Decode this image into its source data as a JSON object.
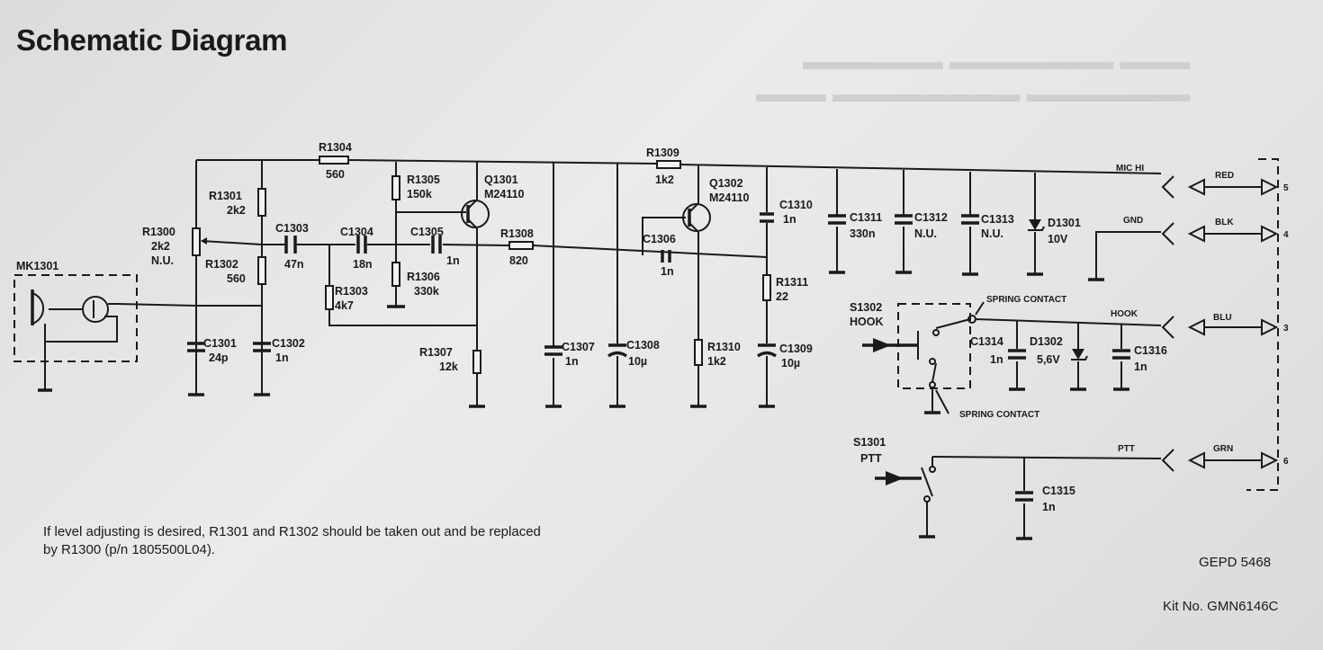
{
  "title": "Schematic Diagram",
  "note": "If level adjusting is desired, R1301 and R1302 should be taken out and be replaced by R1300 (p/n 1805500L04).",
  "document_ref": "GEPD 5468",
  "kit_no": "Kit No. GMN6146C",
  "components": {
    "mk1301": {
      "ref": "MK1301"
    },
    "r1300": {
      "ref": "R1300",
      "value": "2k2",
      "note": "N.U."
    },
    "r1301": {
      "ref": "R1301",
      "value": "2k2"
    },
    "r1302": {
      "ref": "R1302",
      "value": "560"
    },
    "r1303": {
      "ref": "R1303",
      "value": "4k7"
    },
    "r1304": {
      "ref": "R1304",
      "value": "560"
    },
    "r1305": {
      "ref": "R1305",
      "value": "150k"
    },
    "r1306": {
      "ref": "R1306",
      "value": "330k"
    },
    "r1307": {
      "ref": "R1307",
      "value": "12k"
    },
    "r1308": {
      "ref": "R1308",
      "value": "820"
    },
    "r1309": {
      "ref": "R1309",
      "value": "1k2"
    },
    "r1310": {
      "ref": "R1310",
      "value": "1k2"
    },
    "r1311": {
      "ref": "R1311",
      "value": "22"
    },
    "c1301": {
      "ref": "C1301",
      "value": "24p"
    },
    "c1302": {
      "ref": "C1302",
      "value": "1n"
    },
    "c1303": {
      "ref": "C1303",
      "value": "47n"
    },
    "c1304": {
      "ref": "C1304",
      "value": "18n"
    },
    "c1305": {
      "ref": "C1305",
      "value": "1n"
    },
    "c1306": {
      "ref": "C1306",
      "value": "1n"
    },
    "c1307": {
      "ref": "C1307",
      "value": "1n"
    },
    "c1308": {
      "ref": "C1308",
      "value": "10µ"
    },
    "c1309": {
      "ref": "C1309",
      "value": "10µ"
    },
    "c1310": {
      "ref": "C1310",
      "value": "1n"
    },
    "c1311": {
      "ref": "C1311",
      "value": "330n"
    },
    "c1312": {
      "ref": "C1312",
      "value": "N.U."
    },
    "c1313": {
      "ref": "C1313",
      "value": "N.U."
    },
    "c1314": {
      "ref": "C1314",
      "value": "1n"
    },
    "c1315": {
      "ref": "C1315",
      "value": "1n"
    },
    "c1316": {
      "ref": "C1316",
      "value": "1n"
    },
    "d1301": {
      "ref": "D1301",
      "value": "10V"
    },
    "d1302": {
      "ref": "D1302",
      "value": "5,6V"
    },
    "q1301": {
      "ref": "Q1301",
      "value": "M24110"
    },
    "q1302": {
      "ref": "Q1302",
      "value": "M24110"
    },
    "s1302": {
      "ref": "S1302",
      "value": "HOOK"
    },
    "s1301": {
      "ref": "S1301",
      "value": "PTT"
    }
  },
  "signals": {
    "mic_hi": "MIC HI",
    "gnd": "GND",
    "hook": "HOOK",
    "ptt": "PTT"
  },
  "spring_contact": "SPRING CONTACT",
  "connector": [
    {
      "wire": "RED",
      "pin": "5"
    },
    {
      "wire": "BLK",
      "pin": "4"
    },
    {
      "wire": "BLU",
      "pin": "3"
    },
    {
      "wire": "GRN",
      "pin": "6"
    }
  ]
}
